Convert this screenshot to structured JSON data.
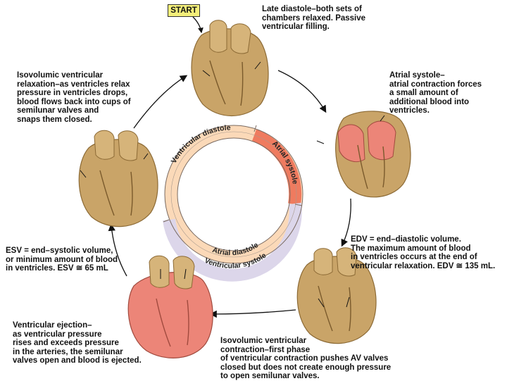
{
  "start_label": "START",
  "steps": {
    "late_diastole": "Late diastole–both sets of\nchambers relaxed.  Passive\nventricular filling.",
    "atrial_systole": "Atrial systole–\natrial contraction forces\na small amount of\nadditional blood into\nventricles.",
    "edv": "EDV = end–diastolic volume.\nThe maximum amount of blood\nin ventricles occurs at the end of\nventricular relaxation. EDV ≅ 135 mL.",
    "isovolumic_contraction": "Isovolumic ventricular\ncontraction–first phase\nof ventricular contraction pushes AV valves\nclosed but does not create enough pressure\nto open semilunar valves.",
    "ventricular_ejection": "Ventricular ejection–\nas ventricular pressure\nrises and exceeds pressure\nin the arteries, the semilunar\nvalves open and blood is ejected.",
    "esv": "ESV = end–systolic volume,\nor minimum amount of blood\nin ventricles. ESV ≅ 65 mL",
    "isovolumic_relaxation": "Isovolumic ventricular\nrelaxation–as ventricles relax\npressure in ventricles drops,\nblood flows back into cups of\nsemilunar valves and\nsnaps them closed."
  },
  "ring": {
    "ventricular_diastole": "Ventricular diastole",
    "atrial_systole": "Atrial systole",
    "atrial_diastole": "Atrial diastole",
    "ventricular_systole": "Ventricular systole"
  },
  "colors": {
    "ring_diastole": "#fbd9b8",
    "ring_atrial_systole": "#ef7b5f",
    "ring_systole": "#dcd6ea",
    "heart_tan": "#c9a468",
    "heart_tan_dark": "#8c6a35",
    "heart_red": "#ec8578"
  }
}
